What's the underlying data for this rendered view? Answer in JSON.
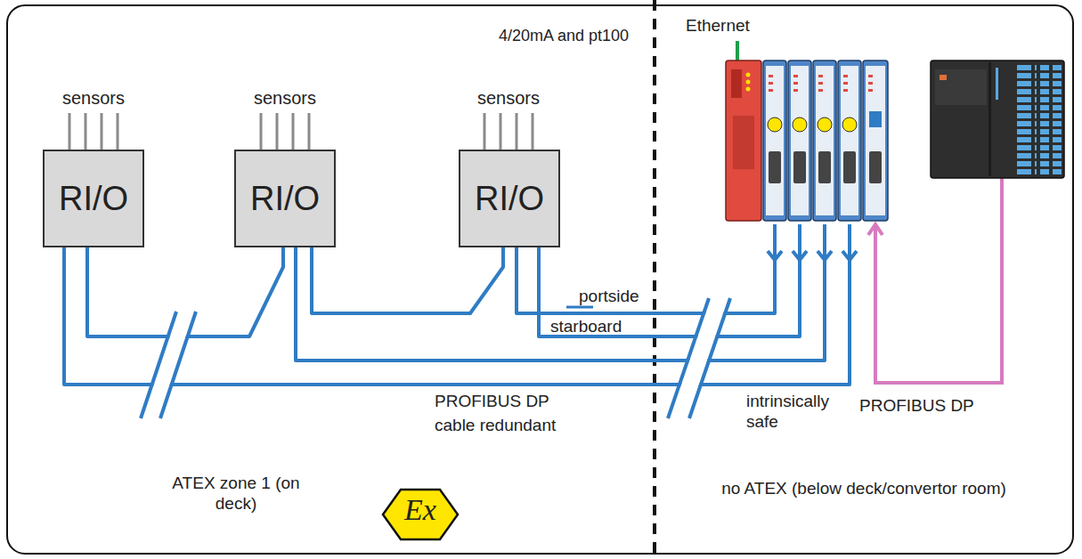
{
  "diagram": {
    "nodes": [
      {
        "text": [
          "RI/O"
        ]
      },
      {
        "text": [
          "RI/O"
        ]
      },
      {
        "text": [
          "RI/O"
        ]
      }
    ],
    "labels": [
      "4/20mA and pt100",
      "sensors",
      "sensors",
      "sensors",
      "Ethernet",
      "portside",
      "starboard",
      "PROFIBUS DP",
      "cable redundant",
      "intrinsically safe",
      "PROFIBUS DP",
      "ATEX zone 1 (on deck)",
      "Ex",
      "no ATEX (below deck/convertor room)"
    ]
  }
}
